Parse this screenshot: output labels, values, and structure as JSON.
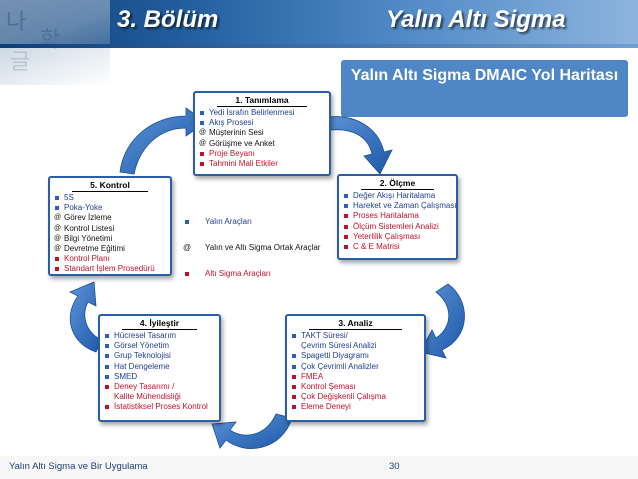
{
  "header": {
    "section_title": "3. Bölüm",
    "slide_title": "Yalın Altı Sigma"
  },
  "callout": {
    "text": "Yalın Altı Sigma DMAIC Yol Haritası"
  },
  "phases": {
    "tanimlama": {
      "title": "1. Tanımlama",
      "items": [
        {
          "text": "Yedi İsrafın Belirlenmesi",
          "marker": "dot",
          "color": "blue"
        },
        {
          "text": "Akış Prosesi",
          "marker": "dot",
          "color": "blue"
        },
        {
          "text": "Müşterinin Sesi",
          "marker": "@",
          "color": "black"
        },
        {
          "text": "Görüşme ve Anket",
          "marker": "@",
          "color": "black"
        },
        {
          "text": "Proje Beyanı",
          "marker": "square",
          "color": "red"
        },
        {
          "text": "Tahmini Mali Etkiler",
          "marker": "square",
          "color": "red"
        }
      ]
    },
    "olcme": {
      "title": "2. Ölçme",
      "items": [
        {
          "text": "Değer Akışı Haritalama",
          "marker": "dot",
          "color": "blue"
        },
        {
          "text": "Hareket ve Zaman Çalışması",
          "marker": "dot",
          "color": "blue"
        },
        {
          "text": "Proses Haritalama",
          "marker": "square",
          "color": "red"
        },
        {
          "text": "Ölçüm Sistemleri Analizi",
          "marker": "square",
          "color": "red"
        },
        {
          "text": "Yeterlilik Çalışması",
          "marker": "square",
          "color": "red"
        },
        {
          "text": "C & E Matrisi",
          "marker": "square",
          "color": "red"
        }
      ]
    },
    "analiz": {
      "title": "3. Analiz",
      "items": [
        {
          "text": "TAKT Süresi/",
          "marker": "dot",
          "color": "blue"
        },
        {
          "text": "Çevrim Süresi Analizi",
          "marker": "",
          "color": "blue"
        },
        {
          "text": "Spagetti Diyagramı",
          "marker": "dot",
          "color": "blue"
        },
        {
          "text": "Çok Çevrimli Analizler",
          "marker": "dot",
          "color": "blue"
        },
        {
          "text": "FMEA",
          "marker": "square",
          "color": "red"
        },
        {
          "text": "Kontrol Şeması",
          "marker": "square",
          "color": "red"
        },
        {
          "text": "Çok Değişkenli Çalışma",
          "marker": "square",
          "color": "red"
        },
        {
          "text": "Eleme Deneyi",
          "marker": "square",
          "color": "red"
        }
      ]
    },
    "iyilestir": {
      "title": "4. İyileştir",
      "items": [
        {
          "text": "Hücresel Tasarım",
          "marker": "dot",
          "color": "blue"
        },
        {
          "text": "Görsel Yönetim",
          "marker": "dot",
          "color": "blue"
        },
        {
          "text": "Grup Teknolojisi",
          "marker": "dot",
          "color": "blue"
        },
        {
          "text": "Hat Dengeleme",
          "marker": "dot",
          "color": "blue"
        },
        {
          "text": "SMED",
          "marker": "dot",
          "color": "blue"
        },
        {
          "text": "Deney Tasarımı /",
          "marker": "square",
          "color": "red"
        },
        {
          "text": "Kalite Mühendisliği",
          "marker": "",
          "color": "red"
        },
        {
          "text": "İstatistiksel Proses Kontrol",
          "marker": "square",
          "color": "red"
        }
      ]
    },
    "kontrol": {
      "title": "5. Kontrol",
      "items": [
        {
          "text": "5S",
          "marker": "dot",
          "color": "blue"
        },
        {
          "text": "Poka-Yoke",
          "marker": "dot",
          "color": "blue"
        },
        {
          "text": "Görev İzleme",
          "marker": "@",
          "color": "black"
        },
        {
          "text": "Kontrol Listesi",
          "marker": "@",
          "color": "black"
        },
        {
          "text": "Bilgi Yönetimi",
          "marker": "@",
          "color": "black"
        },
        {
          "text": "Devretme Eğitimi",
          "marker": "@",
          "color": "black"
        },
        {
          "text": "Kontrol Planı",
          "marker": "square",
          "color": "red"
        },
        {
          "text": "Standart İşlem Prosedürü",
          "marker": "square",
          "color": "red"
        }
      ]
    }
  },
  "legend": [
    {
      "marker": "dot",
      "label": "Yalın Araçları",
      "color": "blue"
    },
    {
      "marker": "@",
      "label": "Yalın ve Altı Sigma Ortak Araçlar",
      "color": "black"
    },
    {
      "marker": "square",
      "label": "Altı Sigma Araçları",
      "color": "red"
    }
  ],
  "footer": {
    "text": "Yalın Altı Sigma ve Bir Uygulama",
    "page_number": "30"
  },
  "colors": {
    "header_dark": "#0e3e78",
    "header_light": "#8cb4de",
    "callout_bg": "#4f86c6",
    "box_border": "#2a5ea8",
    "arrow_fill": "#2e6cc0",
    "lean_blue": "#1f3f8f",
    "six_sigma_red": "#c0122a"
  }
}
